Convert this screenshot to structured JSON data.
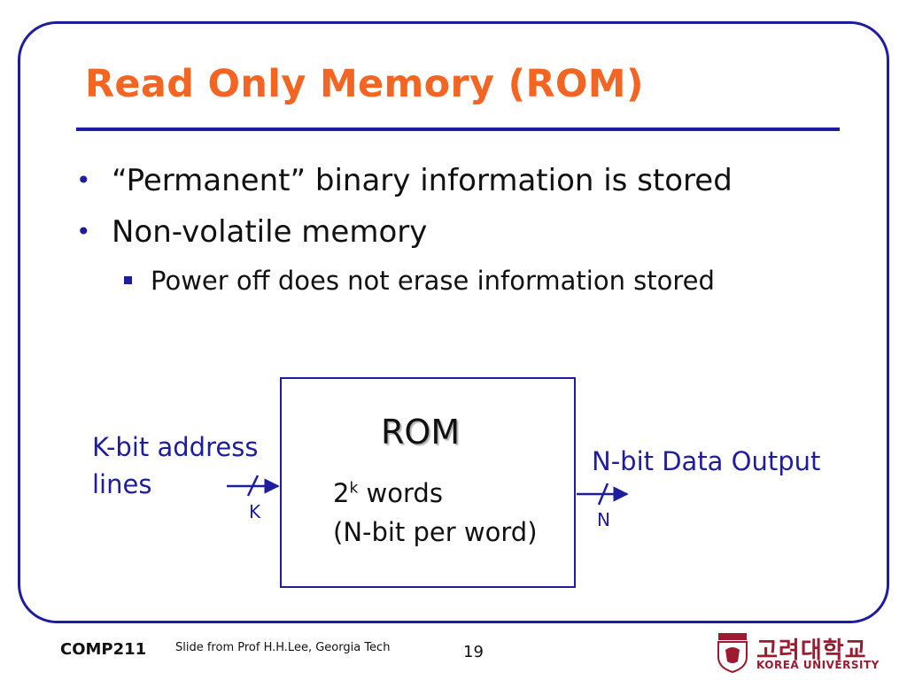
{
  "slide": {
    "title": "Read Only Memory (ROM)",
    "bullets": [
      {
        "text": "“Permanent” binary information is stored"
      },
      {
        "text": "Non-volatile memory"
      }
    ],
    "subbullets": [
      {
        "text": "Power off does not erase information stored"
      }
    ]
  },
  "diagram": {
    "box_label": "ROM",
    "words_base": "2",
    "words_exp": "k",
    "words_suffix": " words",
    "per_word": "(N-bit per word)",
    "input_label_line1": "K-bit address",
    "input_label_line2": "lines",
    "input_width": "K",
    "output_label": "N-bit Data Output",
    "output_width": "N"
  },
  "footer": {
    "course": "COMP211",
    "credit": "Slide from Prof H.H.Lee, Georgia Tech",
    "page": "19"
  },
  "logo": {
    "korean": "고려대학교",
    "english": "KOREA UNIVERSITY"
  },
  "colors": {
    "title": "#f26522",
    "accent": "#1d1d9e",
    "logo": "#9b1b30"
  }
}
